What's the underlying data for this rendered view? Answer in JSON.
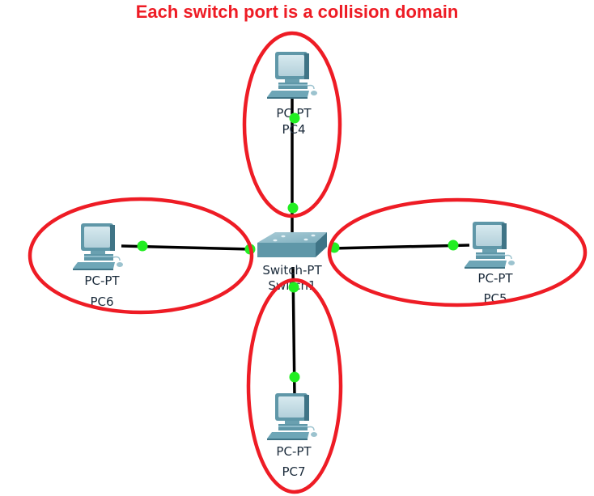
{
  "title": "Each switch port is a collision domain",
  "colors": {
    "title": "#ee1c25",
    "ellipse": "#ee1c25",
    "link": "#000000",
    "port_up": "#22ee22",
    "device_body": "#5f97a8",
    "device_screen": "#c6dde6"
  },
  "switch": {
    "id": "switch1",
    "type_label": "Switch-PT",
    "name_label": "Switch1",
    "icon": "switch-icon"
  },
  "pcs": [
    {
      "id": "pc4",
      "type_label": "PC-PT",
      "name_label": "PC4",
      "position": "top",
      "icon": "pc-icon"
    },
    {
      "id": "pc6",
      "type_label": "PC-PT",
      "name_label": "PC6",
      "position": "left",
      "icon": "pc-icon"
    },
    {
      "id": "pc5",
      "type_label": "PC-PT",
      "name_label": "PC5",
      "position": "right",
      "icon": "pc-icon"
    },
    {
      "id": "pc7",
      "type_label": "PC-PT",
      "name_label": "PC7",
      "position": "bottom",
      "icon": "pc-icon"
    }
  ],
  "links": [
    {
      "from": "switch1",
      "to": "pc4",
      "status": "up"
    },
    {
      "from": "switch1",
      "to": "pc6",
      "status": "up"
    },
    {
      "from": "switch1",
      "to": "pc5",
      "status": "up"
    },
    {
      "from": "switch1",
      "to": "pc7",
      "status": "up"
    }
  ],
  "collision_domains": [
    {
      "encloses": [
        "pc4"
      ],
      "annotation": "collision-domain"
    },
    {
      "encloses": [
        "pc6"
      ],
      "annotation": "collision-domain"
    },
    {
      "encloses": [
        "pc5"
      ],
      "annotation": "collision-domain"
    },
    {
      "encloses": [
        "pc7"
      ],
      "annotation": "collision-domain"
    }
  ]
}
